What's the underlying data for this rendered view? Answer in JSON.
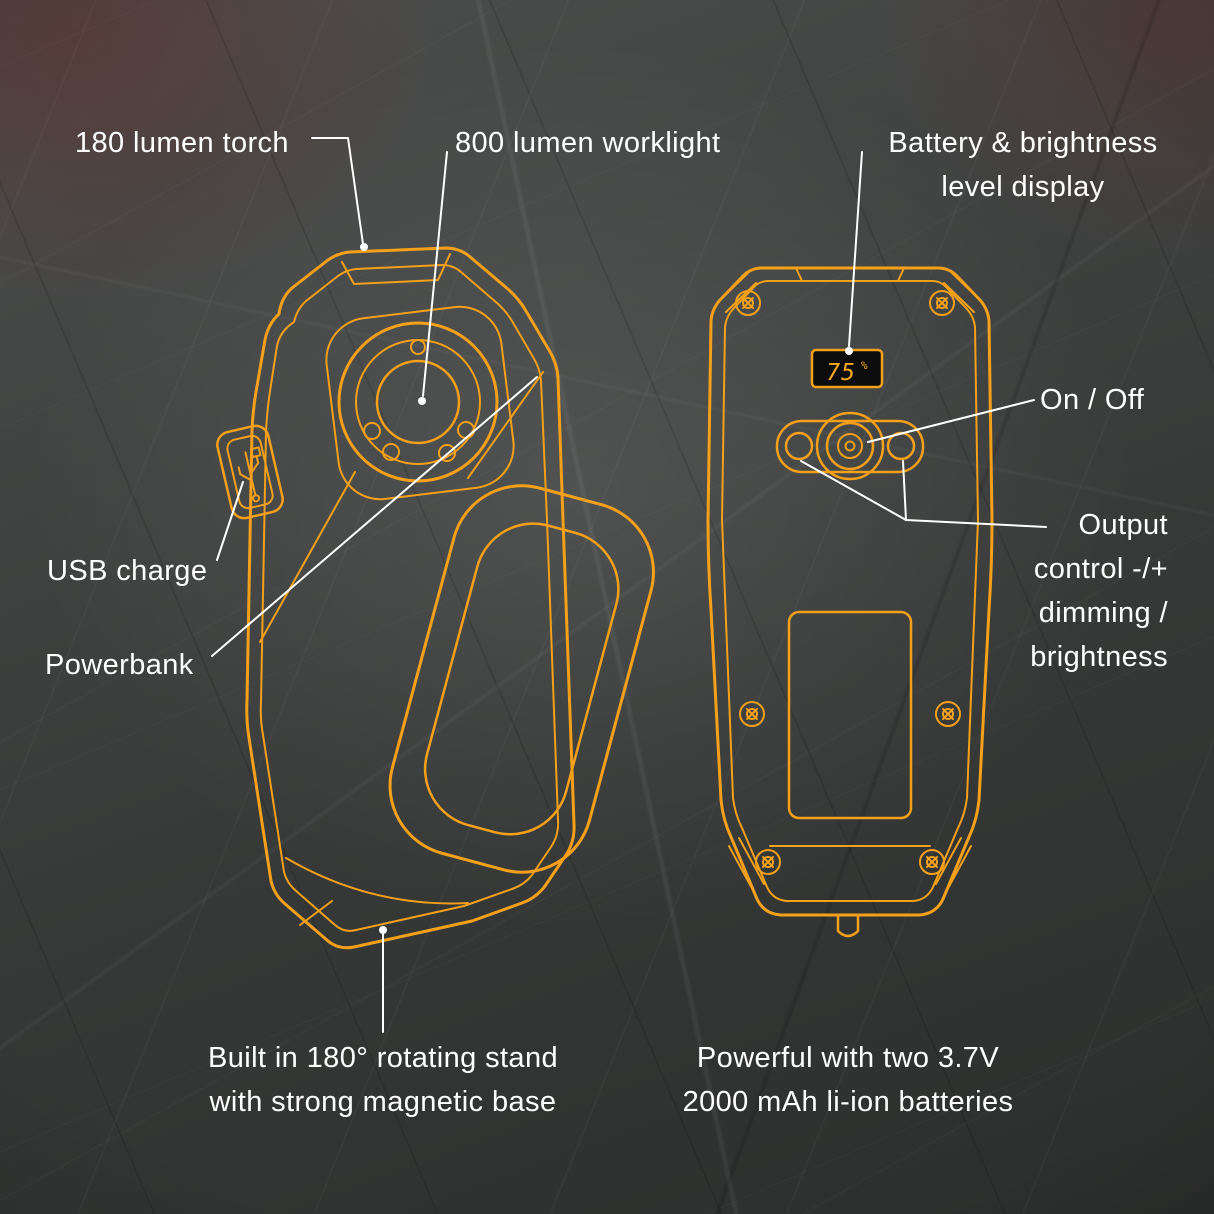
{
  "colors": {
    "accent_orange": "#F5A01B",
    "label_white": "#FFFFFF",
    "background_dark": "#373938"
  },
  "labels": {
    "torch": "180 lumen torch",
    "worklight": "800 lumen worklight",
    "battery_display_1": "Battery & brightness",
    "battery_display_2": "level display",
    "on_off": "On / Off",
    "output_1": "Output",
    "output_2": "control -/+",
    "output_3": "dimming /",
    "output_4": "brightness",
    "usb_charge": "USB charge",
    "powerbank": "Powerbank",
    "stand_1": "Built in 180° rotating stand",
    "stand_2": "with strong magnetic base",
    "batteries_1": "Powerful with two 3.7V",
    "batteries_2": "2000 mAh li-ion batteries"
  },
  "display": {
    "value": "75",
    "unit": "%"
  }
}
